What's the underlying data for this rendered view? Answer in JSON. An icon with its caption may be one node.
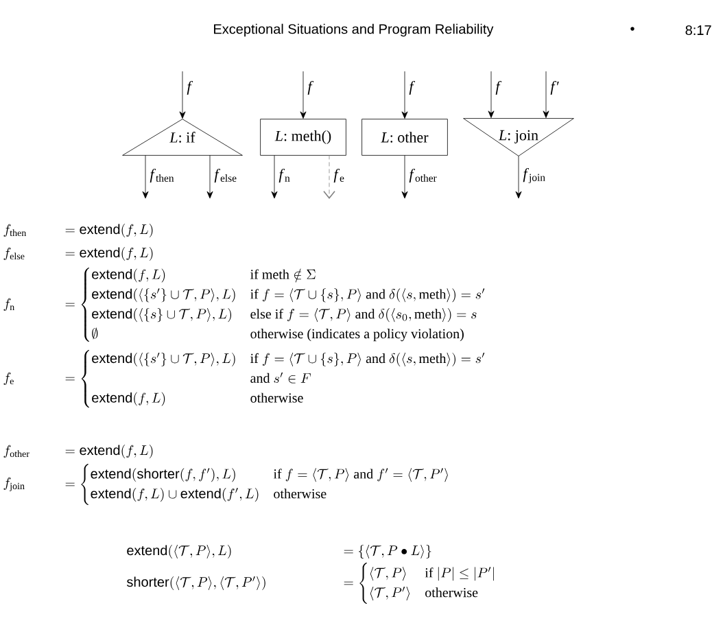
{
  "diagram": {
    "nodes": [
      {
        "text": [
          "*L*: if"
        ]
      },
      {
        "text": [
          "*L*: meth()"
        ]
      },
      {
        "text": [
          "*L*: other"
        ]
      },
      {
        "text": [
          "*L*: join"
        ]
      }
    ],
    "edges": [
      {
        "from": null,
        "to": 0,
        "arrow": "to",
        "label": "*f*"
      },
      {
        "from": 0,
        "to": null,
        "arrow": "to",
        "label": "*f*$_{then}$"
      },
      {
        "from": 0,
        "to": null,
        "arrow": "to",
        "label": "*f*$_{else}$"
      },
      {
        "from": null,
        "to": 1,
        "arrow": "to",
        "label": "*f*"
      },
      {
        "from": 1,
        "to": null,
        "arrow": "to",
        "label": "*f*$_{n}$"
      },
      {
        "from": 1,
        "to": null,
        "arrow": "to",
        "label": "*f*$_{e}$",
        "style": "dashed",
        "color": "#808080"
      },
      {
        "from": null,
        "to": 2,
        "arrow": "to",
        "label": "*f*"
      },
      {
        "from": 2,
        "to": null,
        "arrow": "to",
        "label": "*f*$_{other}$"
      },
      {
        "from": null,
        "to": 3,
        "arrow": "to",
        "label": "*f*"
      },
      {
        "from": null,
        "to": 3,
        "arrow": "to",
        "label": "*f*′"
      },
      {
        "from": 3,
        "to": null,
        "arrow": "to",
        "label": "*f*$_{join}$"
      }
    ],
    "labels": [
      "Exceptional Situations and Program Reliability",
      "•",
      "8:17",
      "f_{\\mathrm{then}}",
      "= \\mathsf{extend}(f,L)",
      "f_{\\mathrm{else}}",
      "= \\mathsf{extend}(f,L)",
      "f_{\\mathrm{n}}",
      "= \\begin{cases} \\mathsf{extend}(f,L) & \\text{if meth} \\notin \\Sigma \\\\ \\mathsf{extend}(\\langle\\{s'\\}\\cup\\mathcal{T},P\\rangle,L) & \\text{if } f=\\langle\\mathcal{T}\\cup\\{s\\},P\\rangle \\text{ and } \\delta(\\langle s,\\mathrm{meth}\\rangle)=s' \\\\ \\mathsf{extend}(\\langle\\{s\\}\\cup\\mathcal{T},P\\rangle,L) & \\text{else if } f=\\langle\\mathcal{T},P\\rangle \\text{ and } \\delta(\\langle s_0,\\mathrm{meth}\\rangle)=s \\\\ \\emptyset & \\text{otherwise (indicates a policy violation)} \\end{cases}",
      "f_{\\mathrm{e}}",
      "= \\begin{cases} \\mathsf{extend}(\\langle\\{s'\\}\\cup\\mathcal{T},P\\rangle,L) & \\text{if } f=\\langle\\mathcal{T}\\cup\\{s\\},P\\rangle \\text{ and } \\delta(\\langle s,\\mathrm{meth}\\rangle)=s' \\\\ & \\text{and } s'\\in F \\\\ \\mathsf{extend}(f,L) & \\text{otherwise} \\end{cases}",
      "f_{\\mathrm{other}}",
      "= \\mathsf{extend}(f,L)",
      "f_{\\mathrm{join}}",
      "= \\begin{cases} \\mathsf{extend}(\\mathsf{shorter}(f,f'),L) & \\text{if } f=\\langle\\mathcal{T},P\\rangle \\text{ and } f'=\\langle\\mathcal{T},P'\\rangle \\\\ \\mathsf{extend}(f,L)\\cup\\mathsf{extend}(f',L) & \\text{otherwise} \\end{cases}",
      "\\mathsf{extend}(\\langle\\mathcal{T},P\\rangle,L)",
      "= \\{\\langle\\mathcal{T},P\\bullet L\\rangle\\}",
      "\\mathsf{shorter}(\\langle\\mathcal{T},P\\rangle,\\langle\\mathcal{T},P'\\rangle)",
      "= \\begin{cases} \\langle\\mathcal{T},P\\rangle & \\text{if } |P|\\le|P'| \\\\ \\langle\\mathcal{T},P'\\rangle & \\text{otherwise} \\end{cases}"
    ]
  }
}
